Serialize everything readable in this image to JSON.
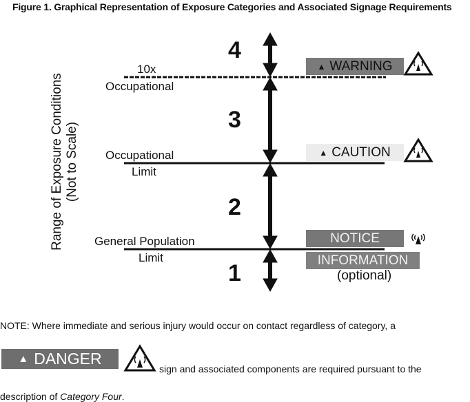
{
  "figure": {
    "title": "Figure 1.  Graphical Representation of Exposure Categories and Associated Signage Requirements",
    "y_axis_label_line1": "Range of Exposure Conditions",
    "y_axis_label_line2": "(Not to Scale)",
    "levels": [
      {
        "label_top": "10x",
        "label_bottom": "Occupational",
        "line_style": "dashed"
      },
      {
        "label_top": "Occupational",
        "label_bottom": "Limit",
        "line_style": "solid"
      },
      {
        "label_top": "General Population",
        "label_bottom": "Limit",
        "line_style": "solid"
      }
    ],
    "categories": [
      "4",
      "3",
      "2",
      "1"
    ],
    "signs": {
      "warning": {
        "label": "WARNING",
        "icon": "warning-triangle-icon",
        "bg": "#7a7a7a",
        "fg": "#111111",
        "symbol": "rf-radiation-triangle-icon"
      },
      "caution": {
        "label": "CAUTION",
        "icon": "warning-triangle-icon",
        "bg": "#ececec",
        "fg": "#111111",
        "symbol": "rf-radiation-triangle-icon"
      },
      "notice": {
        "label": "NOTICE",
        "bg": "#777777",
        "fg": "#f2f2f2",
        "symbol": "rf-antenna-icon"
      },
      "information": {
        "label": "INFORMATION",
        "bg": "#808080",
        "fg": "#f2f2f2",
        "sub": "(optional)"
      }
    }
  },
  "note": {
    "line1": "NOTE: Where immediate and serious injury would occur on contact regardless of category, a",
    "danger_label": "DANGER",
    "danger_bg": "#6e6e6e",
    "line2": "sign and associated components are required pursuant to the",
    "line3_prefix": "description of ",
    "line3_italic": "Category Four",
    "line3_suffix": "."
  }
}
